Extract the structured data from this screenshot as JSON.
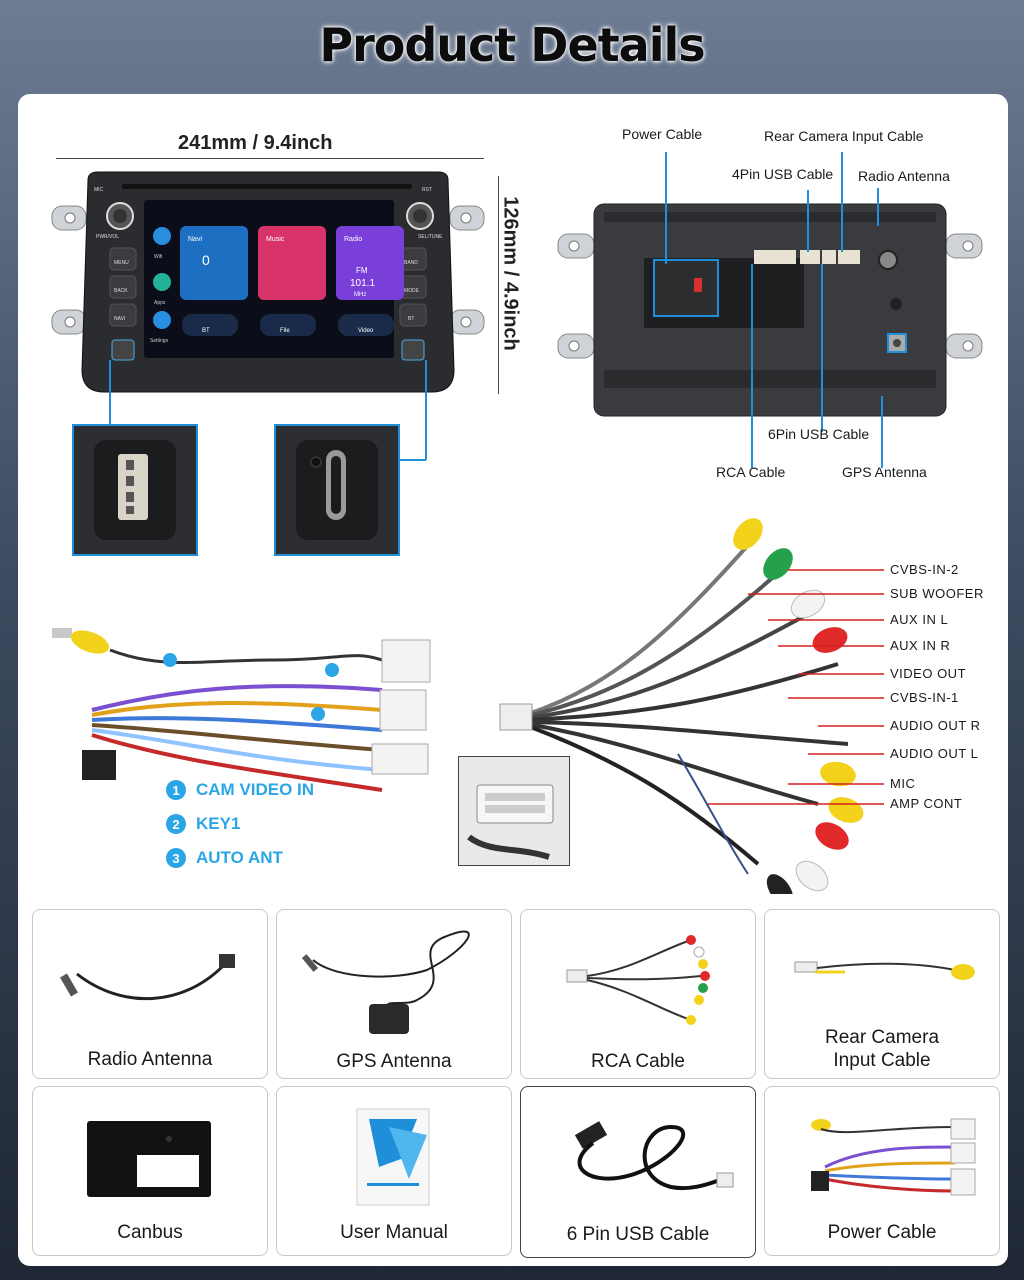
{
  "page": {
    "title": "Product Details"
  },
  "dimensions": {
    "width": "241mm / 9.4inch",
    "height": "126mm / 4.9inch"
  },
  "headunit": {
    "left_buttons": [
      "MIC",
      "PWR/VOL",
      "MENU",
      "BACK",
      "NAVI"
    ],
    "right_buttons": [
      "RST",
      "SEL/TUNE",
      "BAND",
      "MODE",
      "BT"
    ],
    "screen": {
      "cards": [
        "Navi",
        "Music",
        "Radio"
      ],
      "speed": "0",
      "radio_band": "FM",
      "radio_freq": "101.1",
      "radio_unit": "MHz",
      "side_apps": [
        "Wifi",
        "Apps",
        "Settings"
      ],
      "bottom_apps": [
        "BT",
        "File",
        "Video"
      ]
    }
  },
  "rear_callouts": {
    "power_cable": "Power Cable",
    "rear_camera": "Rear Camera Input Cable",
    "usb_4pin": "4Pin USB Cable",
    "radio_antenna": "Radio Antenna",
    "usb_6pin": "6Pin USB Cable",
    "rca_cable": "RCA Cable",
    "gps_antenna": "GPS Antenna"
  },
  "harness_legend": [
    {
      "num": "1",
      "label": "CAM VIDEO IN"
    },
    {
      "num": "2",
      "label": "KEY1"
    },
    {
      "num": "3",
      "label": "AUTO ANT"
    }
  ],
  "rca_labels": [
    "CVBS-IN-2",
    "SUB WOOFER",
    "AUX IN L",
    "AUX IN R",
    "VIDEO OUT",
    "CVBS-IN-1",
    "AUDIO OUT R",
    "AUDIO OUT L",
    "MIC",
    "AMP CONT"
  ],
  "accessories": [
    "Radio Antenna",
    "GPS Antenna",
    "RCA Cable",
    "Rear Camera Input Cable",
    "Canbus",
    "User Manual",
    "6 Pin USB Cable",
    "Power Cable"
  ],
  "accessory_labels": {
    "radio_antenna": "Radio Antenna",
    "gps_antenna": "GPS Antenna",
    "rca_cable": "RCA Cable",
    "rear_camera_1": "Rear Camera",
    "rear_camera_2": "Input Cable",
    "canbus": "Canbus",
    "user_manual": "User Manual",
    "usb_6pin": "6 Pin USB Cable",
    "power_cable": "Power Cable"
  },
  "colors": {
    "accent": "#2aa5e6",
    "callout_line": "#1e8fd8",
    "rca_line": "#d42020"
  }
}
